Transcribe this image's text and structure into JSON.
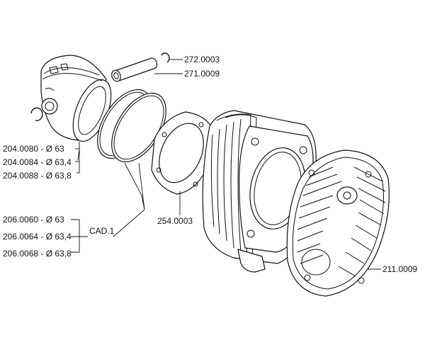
{
  "labels": {
    "circlip": "272.0003",
    "pin": "271.0009",
    "piston_1": "204.0080 - Ø 63",
    "piston_2": "204.0084 - Ø 63,4",
    "piston_3": "204.0088 - Ø 63,8",
    "rings_1": "206.0060 - Ø 63",
    "rings_2": "206.0064 - Ø 63,4",
    "rings_3": "206.0068 - Ø 63,8",
    "rings_group": "CAD.1",
    "gasket": "254.0003",
    "head": "211.0009"
  }
}
